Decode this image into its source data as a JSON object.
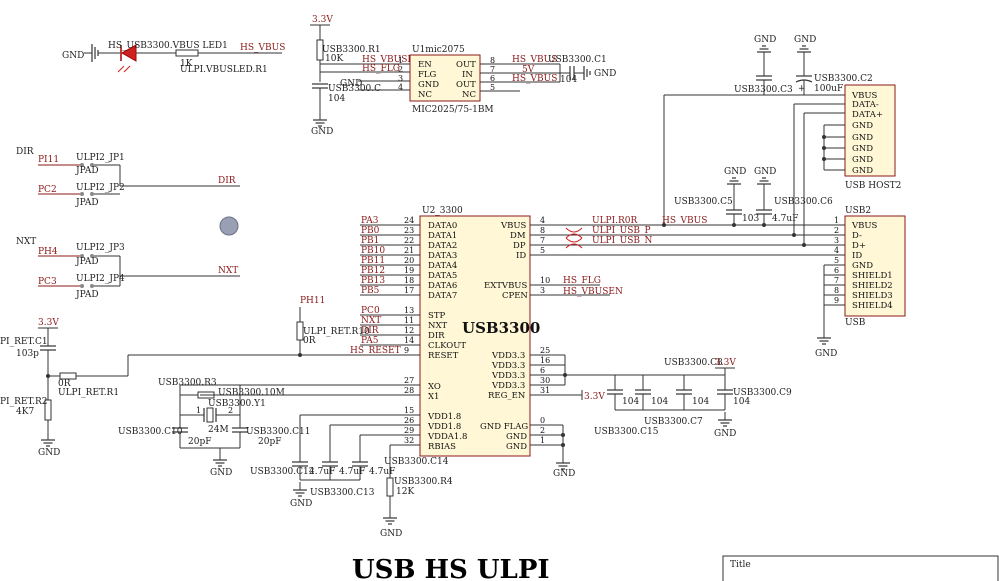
{
  "sheet": {
    "title": "USB HS ULPI",
    "title_block_label": "Title"
  },
  "left": {
    "dir_label": "DIR",
    "nxt_label": "NXT",
    "jp1_ref": "ULPI2_JP1",
    "jp2_ref": "ULPI2_JP2",
    "jp3_ref": "ULPI2_JP3",
    "jp4_ref": "ULPI2_JP4",
    "jpad": "JPAD",
    "net_pi11": "PI11",
    "net_pc2": "PC2",
    "net_ph4": "PH4",
    "net_pc3": "PC3",
    "dir_net": "DIR",
    "nxt_net": "NXT"
  },
  "led": {
    "gnd": "GND",
    "ref": "HS_USB3300.VBUS LED1",
    "res_value": "1K",
    "res_ref": "ULPI.VBUSLED.R1",
    "net": "HS_VBUS"
  },
  "mic": {
    "rail": "3.3V",
    "r1_ref": "USB3300.R1",
    "r1_val": "10K",
    "ic_ref": "U1mic2075",
    "net_en": "HS_VBUSEN",
    "net_flg": "HS_FLG",
    "gnd": "GND",
    "cap_ref": "USB3300.C",
    "cap_val": "104",
    "gnd_bottom": "GND",
    "pins_left": [
      "EN",
      "FLG",
      "GND",
      "NC"
    ],
    "pins_left_num": [
      "1",
      "2",
      "3",
      "4"
    ],
    "pins_right": [
      "OUT",
      "IN",
      "OUT",
      "NC"
    ],
    "pins_right_num": [
      "8",
      "7",
      "6",
      "5"
    ],
    "net_out": "HS_VBUS",
    "net_in": "5V",
    "net_out2": "HS_VBUS",
    "c1_ref": "USB3300.C1",
    "c1_val": "104",
    "c1_gnd": "GND",
    "part": "MIC2025/75-1BM"
  },
  "host": {
    "gnd1": "GND",
    "gnd2": "GND",
    "c3_ref": "USB3300.C3",
    "c2_val": "100uF",
    "c2_ref": "USB3300.C2",
    "pins": [
      "VBUS",
      "DATA-",
      "DATA+",
      "GND",
      "GND",
      "GND",
      "GND",
      "GND"
    ],
    "name": "USB HOST2",
    "plus": "+"
  },
  "dev": {
    "c5_ref": "USB3300.C5",
    "c6_ref": "USB3300.C6",
    "gnd5": "GND",
    "gnd6": "GND",
    "c5_val": "103",
    "c6_val": "4.7uF",
    "ref": "USB2",
    "pins": [
      "VBUS",
      "D-",
      "D+",
      "ID",
      "GND",
      "SHIELD1",
      "SHIELD2",
      "SHIELD3",
      "SHIELD4"
    ],
    "pin_nums": [
      "1",
      "2",
      "3",
      "4",
      "5",
      "6",
      "7",
      "8",
      "9"
    ],
    "name": "USB",
    "gnd": "GND"
  },
  "u2": {
    "ref": "U2_3300",
    "name": "USB3300",
    "left_pins": [
      "DATA0",
      "DATA1",
      "DATA2",
      "DATA3",
      "DATA4",
      "DATA5",
      "DATA6",
      "DATA7",
      "STP",
      "NXT",
      "DIR",
      "CLKOUT",
      "RESET"
    ],
    "left_nums": [
      "24",
      "23",
      "22",
      "21",
      "20",
      "19",
      "18",
      "17",
      "13",
      "11",
      "12",
      "14",
      "9"
    ],
    "left_nets": [
      "PA3",
      "PB0",
      "PB1",
      "PB10",
      "PB11",
      "PB12",
      "PB13",
      "PB5",
      "PC0",
      "NXT",
      "DIR",
      "PA5",
      "HS_RESET"
    ],
    "xo": "XO",
    "x1": "X1",
    "xo_num": "27",
    "x1_num": "28",
    "vdd_pins": [
      "VDD1.8",
      "VDD1.8",
      "VDDA1.8",
      "RBIAS"
    ],
    "vdd_nums": [
      "15",
      "26",
      "29",
      "32"
    ],
    "right_pins": [
      "VBUS",
      "DM",
      "DP",
      "ID",
      "EXTVBUS",
      "CPEN"
    ],
    "right_nums": [
      "4",
      "8",
      "7",
      "5",
      "10",
      "3"
    ],
    "right_nets": [
      "HS_FLG",
      "HS_VBUSEN"
    ],
    "vdd33_pins": [
      "VDD3.3",
      "VDD3.3",
      "VDD3.3",
      "VDD3.3",
      "REG_EN"
    ],
    "vdd33_nums": [
      "25",
      "16",
      "6",
      "30",
      "31"
    ],
    "gnd_pins": [
      "GND FLAG",
      "GND",
      "GND"
    ],
    "gnd_nums": [
      "0",
      "2",
      "1"
    ],
    "ulpi_r": "ULPI.R0R",
    "net_vbus": "HS_VBUS",
    "net_p": "ULPI_USB_P",
    "net_n": "ULPI_USB_N",
    "gnd_right": "GND",
    "rail_33": "3.3V"
  },
  "reset": {
    "rail": "3.3V",
    "c1_ref": "PI_RET.C1",
    "c1_val": "103p",
    "r0": "0R",
    "r1_ref": "ULPI_RET.R1",
    "r2_ref": "PI_RET.R2",
    "r2_val": "4K7",
    "gnd": "GND",
    "ph11": "PH11",
    "r10_ref": "ULPI_RET.R10",
    "r10_val": "0R"
  },
  "crystal": {
    "r3_ref": "USB3300.R3",
    "r10m_ref": "USB3300.10M",
    "y1_ref": "USB3300.Y1",
    "y1_val": "24M",
    "p1": "1",
    "p2": "2",
    "c10_ref": "USB3300.C10",
    "c11_ref": "USB3300.C11",
    "c10_val": "20pF",
    "c11_val": "20pF",
    "gnd": "GND"
  },
  "vddcaps": {
    "c12_ref": "USB3300.C12",
    "c13_ref": "USB3300.C13",
    "c14_ref": "USB3300.C14",
    "c_val": "4.7uF",
    "r4_ref": "USB3300.R4",
    "r4_val": "12K",
    "gnd1": "GND",
    "gnd2": "GND"
  },
  "decap": {
    "c8_ref": "USB3300.C8",
    "rail": "3.3V",
    "c9_ref": "USB3300.C9",
    "c7_ref": "USB3300.C7",
    "c15_ref": "USB3300.C15",
    "c_val": "104",
    "gnd": "GND"
  }
}
